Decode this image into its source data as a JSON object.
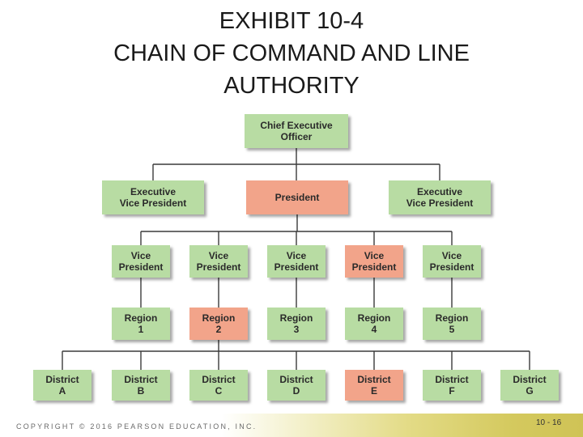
{
  "title": {
    "line1": "EXHIBIT 10-4",
    "line2": "CHAIN OF COMMAND AND LINE",
    "line3": "AUTHORITY"
  },
  "colors": {
    "green": "#b8dca3",
    "salmon": "#f2a48a",
    "line": "#3a3a3a"
  },
  "chart": {
    "ceo": {
      "label": "Chief Executive\nOfficer",
      "highlight": false
    },
    "level2": [
      {
        "label": "Executive\nVice President",
        "highlight": false
      },
      {
        "label": "President",
        "highlight": true
      },
      {
        "label": "Executive\nVice President",
        "highlight": false
      }
    ],
    "level3": [
      {
        "label": "Vice\nPresident",
        "highlight": false
      },
      {
        "label": "Vice\nPresident",
        "highlight": false
      },
      {
        "label": "Vice\nPresident",
        "highlight": false
      },
      {
        "label": "Vice\nPresident",
        "highlight": true
      },
      {
        "label": "Vice\nPresident",
        "highlight": false
      }
    ],
    "level4": [
      {
        "label": "Region\n1",
        "highlight": false
      },
      {
        "label": "Region\n2",
        "highlight": true
      },
      {
        "label": "Region\n3",
        "highlight": false
      },
      {
        "label": "Region\n4",
        "highlight": false
      },
      {
        "label": "Region\n5",
        "highlight": false
      }
    ],
    "level5": [
      {
        "label": "District\nA",
        "highlight": false
      },
      {
        "label": "District\nB",
        "highlight": false
      },
      {
        "label": "District\nC",
        "highlight": false
      },
      {
        "label": "District\nD",
        "highlight": false
      },
      {
        "label": "District\nE",
        "highlight": true
      },
      {
        "label": "District\nF",
        "highlight": false
      },
      {
        "label": "District\nG",
        "highlight": false
      }
    ]
  },
  "footer": {
    "copyright": "COPYRIGHT © 2016 PEARSON EDUCATION, INC.",
    "page": "10 - 16"
  }
}
